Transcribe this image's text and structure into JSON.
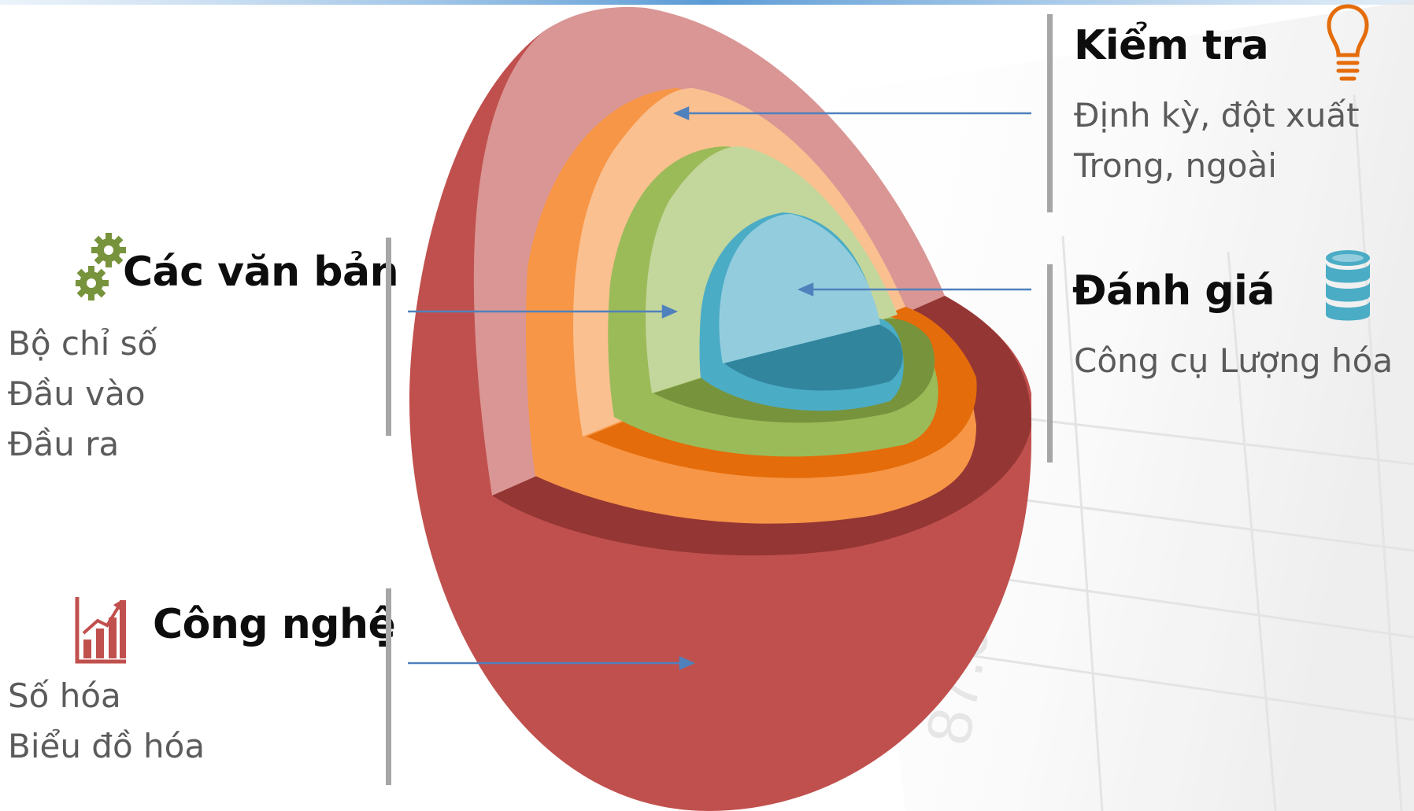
{
  "diagram": {
    "layers": [
      {
        "name": "outer-crust",
        "color": "#c0504d",
        "shade": "#943634",
        "inner": "#d99694"
      },
      {
        "name": "orange-layer",
        "color": "#f79646",
        "shade": "#e46c0a",
        "inner": "#fac090"
      },
      {
        "name": "green-layer",
        "color": "#9bbb59",
        "shade": "#77933c",
        "inner": "#c3d69b"
      },
      {
        "name": "blue-core",
        "color": "#4bacc6",
        "shade": "#31859c",
        "inner": "#93cddd"
      }
    ],
    "arrow_color": "#4f81bd"
  },
  "labels": {
    "cac_van_ban": {
      "title": "Các văn bản",
      "lines": [
        "Bộ chỉ số",
        "Đầu vào",
        "Đầu ra"
      ],
      "icon": "gears-icon",
      "icon_color": "#77933c"
    },
    "cong_nghe": {
      "title": "Công nghệ",
      "lines": [
        "Số hóa",
        "Biểu đồ hóa"
      ],
      "icon": "bar-chart-icon",
      "icon_color": "#c0504d"
    },
    "kiem_tra": {
      "title": "Kiểm tra",
      "lines": [
        "Định kỳ, đột xuất",
        "Trong, ngoài"
      ],
      "icon": "lightbulb-icon",
      "icon_color": "#e46c0a"
    },
    "danh_gia": {
      "title": "Đánh giá",
      "lines": [
        "Công cụ Lượng hóa"
      ],
      "icon": "database-icon",
      "icon_color": "#4bacc6"
    }
  }
}
